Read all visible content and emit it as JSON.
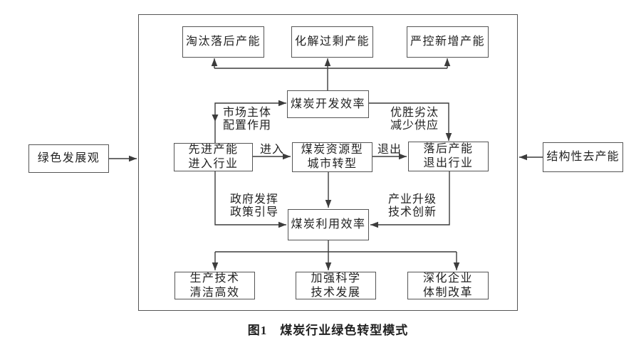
{
  "caption": "图1　煤炭行业绿色转型模式",
  "external": {
    "green_concept": "绿色发展观",
    "structural_decapacity": "结构性去产能"
  },
  "top_row": {
    "eliminate": "淘汰落后产能",
    "resolve": "化解过剩产能",
    "control": "严控新增产能"
  },
  "core": {
    "development_efficiency": "煤炭开发效率",
    "city_transition": "煤炭资源型\n城市转型",
    "utilization_efficiency": "煤炭利用效率"
  },
  "mid_row": {
    "advanced_entry": "先进产能\n进入行业",
    "backward_exit": "落后产能\n退出行业"
  },
  "bottom_row": {
    "clean_production": "生产技术\n清洁高效",
    "science_tech": "加强科学\n技术发展",
    "enterprise_reform": "深化企业\n体制改革"
  },
  "edge_labels": {
    "market_allocation": "市场主体\n配置作用",
    "survival_supply": "优胜劣汰\n减少供应",
    "enter": "进入",
    "exit": "退出",
    "government_guidance": "政府发挥\n政策引导",
    "industry_innovation": "产业升级\n技术创新"
  },
  "colors": {
    "line": "#3c3c3c",
    "box_border": "#555555",
    "text": "#222222"
  }
}
